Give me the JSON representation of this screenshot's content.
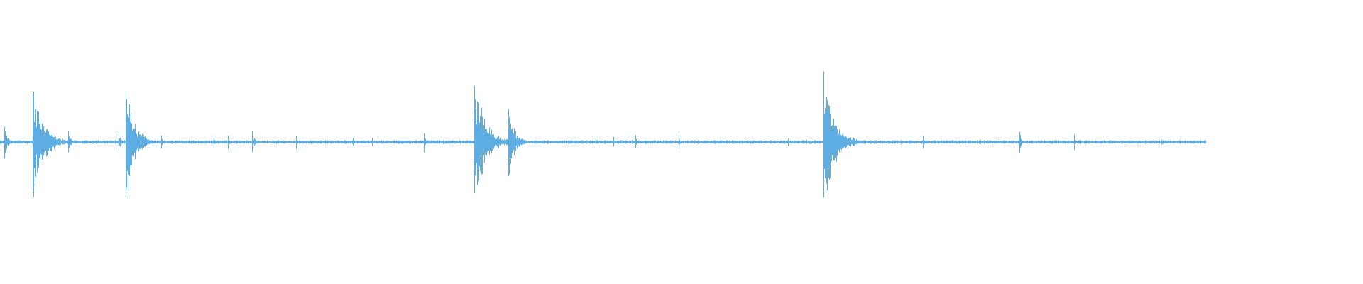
{
  "waveform": {
    "color": "#5dade2",
    "background": "#ffffff",
    "duration_fraction": 0.885,
    "transients": [
      {
        "t": 0.003,
        "amp": 0.14
      },
      {
        "t": 0.024,
        "amp": 0.47
      },
      {
        "t": 0.027,
        "amp": 0.12
      },
      {
        "t": 0.05,
        "amp": 0.1
      },
      {
        "t": 0.087,
        "amp": 0.08
      },
      {
        "t": 0.092,
        "amp": 0.4
      },
      {
        "t": 0.094,
        "amp": 0.35
      },
      {
        "t": 0.099,
        "amp": 0.1
      },
      {
        "t": 0.118,
        "amp": 0.06
      },
      {
        "t": 0.157,
        "amp": 0.05
      },
      {
        "t": 0.167,
        "amp": 0.05
      },
      {
        "t": 0.185,
        "amp": 0.09
      },
      {
        "t": 0.217,
        "amp": 0.05
      },
      {
        "t": 0.259,
        "amp": 0.03
      },
      {
        "t": 0.273,
        "amp": 0.03
      },
      {
        "t": 0.311,
        "amp": 0.08
      },
      {
        "t": 0.348,
        "amp": 0.51
      },
      {
        "t": 0.351,
        "amp": 0.2
      },
      {
        "t": 0.373,
        "amp": 0.28
      },
      {
        "t": 0.375,
        "amp": 0.12
      },
      {
        "t": 0.437,
        "amp": 0.03
      },
      {
        "t": 0.45,
        "amp": 0.04
      },
      {
        "t": 0.466,
        "amp": 0.05
      },
      {
        "t": 0.498,
        "amp": 0.05
      },
      {
        "t": 0.578,
        "amp": 0.03
      },
      {
        "t": 0.604,
        "amp": 0.5
      },
      {
        "t": 0.607,
        "amp": 0.39
      },
      {
        "t": 0.612,
        "amp": 0.1
      },
      {
        "t": 0.626,
        "amp": 0.04
      },
      {
        "t": 0.677,
        "amp": 0.05
      },
      {
        "t": 0.748,
        "amp": 0.08
      },
      {
        "t": 0.788,
        "amp": 0.06
      },
      {
        "t": 0.852,
        "amp": 0.02
      }
    ]
  }
}
